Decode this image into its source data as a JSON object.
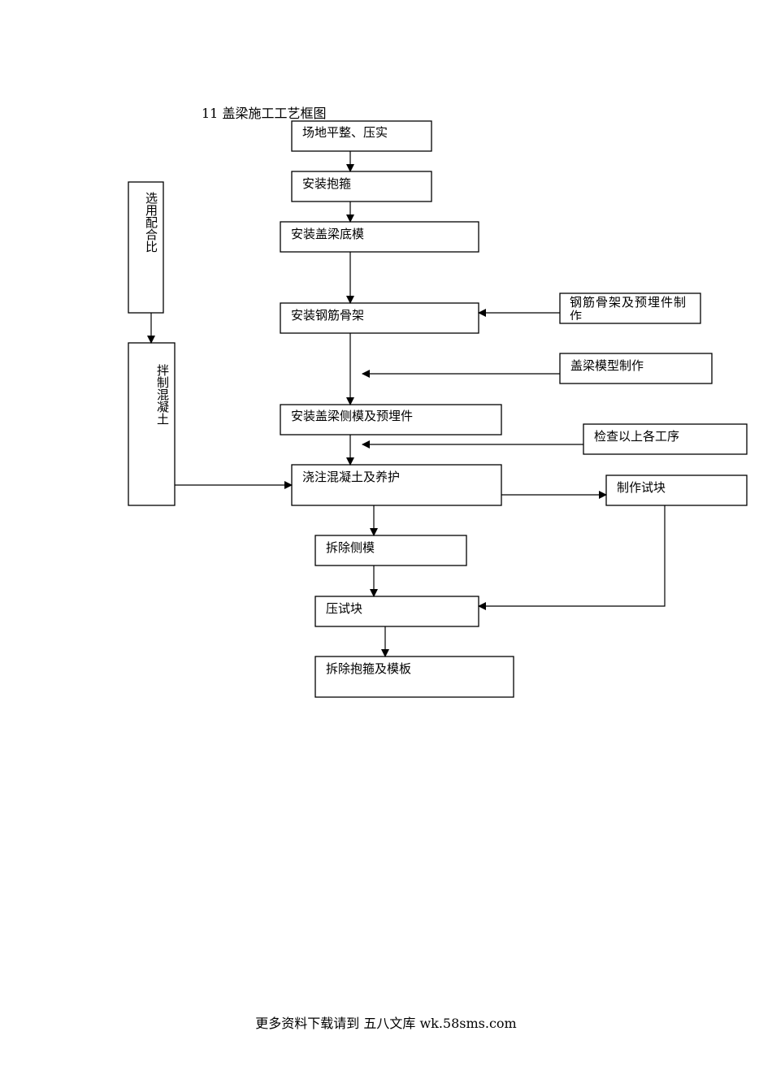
{
  "title": "11 盖梁施工工艺框图",
  "nodes": {
    "site_leveling": "场地平整、压实",
    "install_hoop": "安装抱箍",
    "install_bottom_form": "安装盖梁底模",
    "install_rebar_cage": "安装钢筋骨架",
    "rebar_cage_fabrication": "钢筋骨架及预埋件制作",
    "beam_form_fabrication": "盖梁模型制作",
    "install_side_form": "安装盖梁侧模及预埋件",
    "inspect_processes": "检查以上各工序",
    "pour_concrete": "浇注混凝土及养护",
    "make_test_block": "制作试块",
    "remove_side_form": "拆除侧模",
    "press_test_block": "压试块",
    "remove_hoop_form": "拆除抱箍及模板",
    "select_mix_ratio": "选用配合比",
    "mix_concrete": "拌制混凝土"
  },
  "footer": "更多资料下载请到 五八文库 wk.58sms.com"
}
